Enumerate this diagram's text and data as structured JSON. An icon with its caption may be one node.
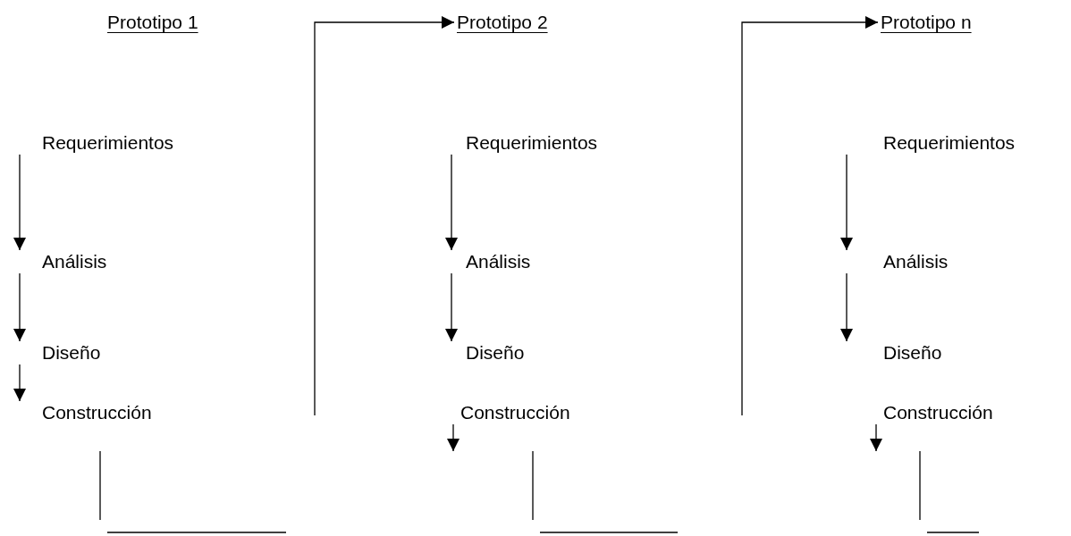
{
  "diagram": {
    "nodes": [
      {
        "text": [
          "Prototipo 1"
        ]
      },
      {
        "text": [
          "Requerimientos"
        ]
      },
      {
        "text": [
          "Análisis"
        ]
      },
      {
        "text": [
          "Diseño"
        ]
      },
      {
        "text": [
          "Construcción"
        ]
      },
      {
        "text": [
          "Prototipo 2"
        ]
      },
      {
        "text": [
          "Requerimientos"
        ]
      },
      {
        "text": [
          "Análisis"
        ]
      },
      {
        "text": [
          "Diseño"
        ]
      },
      {
        "text": [
          "Construcción"
        ]
      },
      {
        "text": [
          "Prototipo n"
        ]
      },
      {
        "text": [
          "Requerimientos"
        ]
      },
      {
        "text": [
          "Análisis"
        ]
      },
      {
        "text": [
          "Diseño"
        ]
      },
      {
        "text": [
          "Construcción"
        ]
      }
    ],
    "edges": [
      {
        "from": 1,
        "to": 2,
        "arrow": "to"
      },
      {
        "from": 2,
        "to": 3,
        "arrow": "to"
      },
      {
        "from": 3,
        "to": 4,
        "arrow": "to"
      },
      {
        "from": null,
        "to": 5,
        "arrow": "to"
      },
      {
        "from": 6,
        "to": 7,
        "arrow": "to"
      },
      {
        "from": 7,
        "to": 8,
        "arrow": "to"
      },
      {
        "from": 9,
        "to": null,
        "arrow": "to"
      },
      {
        "from": null,
        "to": 10,
        "arrow": "to"
      },
      {
        "from": 11,
        "to": 12,
        "arrow": "to"
      },
      {
        "from": 12,
        "to": 13,
        "arrow": "to"
      },
      {
        "from": 14,
        "to": null,
        "arrow": "to"
      }
    ]
  }
}
